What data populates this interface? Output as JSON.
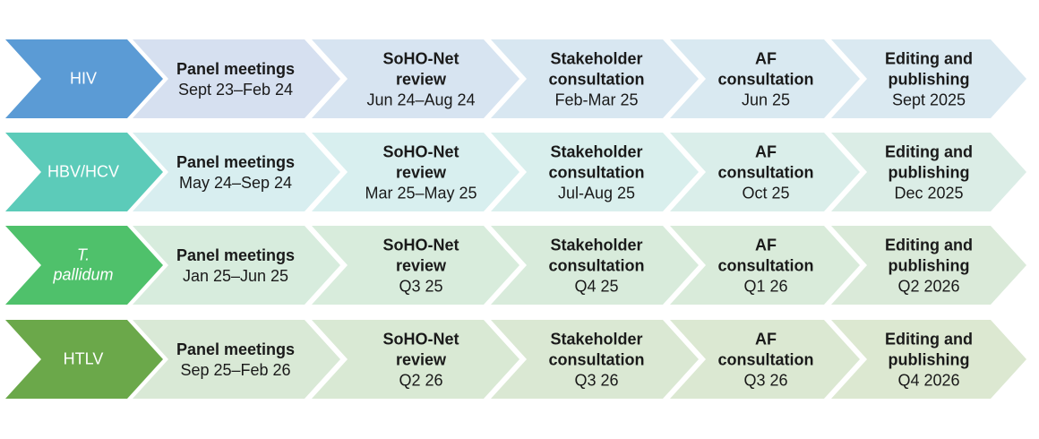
{
  "rows": [
    {
      "label": [
        "HIV"
      ],
      "label_italic": false,
      "label_color": "#5b9bd5",
      "stage_colors": [
        "#d6e0f0",
        "#d7e4f1",
        "#d8e7f1",
        "#d9e9f1",
        "#dae9f1"
      ],
      "stages": [
        {
          "title": [
            "Panel meetings"
          ],
          "date": "Sept 23–Feb 24"
        },
        {
          "title": [
            "SoHO-Net",
            "review"
          ],
          "date": "Jun 24–Aug 24"
        },
        {
          "title": [
            "Stakeholder",
            "consultation"
          ],
          "date": "Feb-Mar 25"
        },
        {
          "title": [
            "AF",
            "consultation"
          ],
          "date": "Jun 25"
        },
        {
          "title": [
            "Editing and",
            "publishing"
          ],
          "date": "Sept 2025"
        }
      ]
    },
    {
      "label": [
        "HBV/HCV"
      ],
      "label_italic": false,
      "label_color": "#5ccbb9",
      "stage_colors": [
        "#d8eef0",
        "#d8efef",
        "#d9efed",
        "#daeeea",
        "#dbede6"
      ],
      "stages": [
        {
          "title": [
            "Panel meetings"
          ],
          "date": "May 24–Sep 24"
        },
        {
          "title": [
            "SoHO-Net",
            "review"
          ],
          "date": "Mar 25–May 25"
        },
        {
          "title": [
            "Stakeholder",
            "consultation"
          ],
          "date": "Jul-Aug 25"
        },
        {
          "title": [
            "AF",
            "consultation"
          ],
          "date": "Oct 25"
        },
        {
          "title": [
            "Editing and",
            "publishing"
          ],
          "date": "Dec 2025"
        }
      ]
    },
    {
      "label": [
        "T.",
        "pallidum"
      ],
      "label_italic": true,
      "label_color": "#4fc16b",
      "stage_colors": [
        "#d7ecdd",
        "#d8ecdc",
        "#d8ebdb",
        "#d9ebda",
        "#daead9"
      ],
      "stages": [
        {
          "title": [
            "Panel meetings"
          ],
          "date": "Jan 25–Jun 25"
        },
        {
          "title": [
            "SoHO-Net",
            "review"
          ],
          "date": "Q3 25"
        },
        {
          "title": [
            "Stakeholder",
            "consultation"
          ],
          "date": "Q4 25"
        },
        {
          "title": [
            "AF",
            "consultation"
          ],
          "date": "Q1 26"
        },
        {
          "title": [
            "Editing and",
            "publishing"
          ],
          "date": "Q2 2026"
        }
      ]
    },
    {
      "label": [
        "HTLV"
      ],
      "label_italic": false,
      "label_color": "#6ba84a",
      "stage_colors": [
        "#d9e9d6",
        "#d9e9d4",
        "#dae8d3",
        "#dbe8d2",
        "#dce8d1"
      ],
      "stages": [
        {
          "title": [
            "Panel meetings"
          ],
          "date": "Sep 25–Feb 26"
        },
        {
          "title": [
            "SoHO-Net",
            "review"
          ],
          "date": "Q2 26"
        },
        {
          "title": [
            "Stakeholder",
            "consultation"
          ],
          "date": "Q3 26"
        },
        {
          "title": [
            "AF",
            "consultation"
          ],
          "date": "Q3 26"
        },
        {
          "title": [
            "Editing and",
            "publishing"
          ],
          "date": "Q4 2026"
        }
      ]
    }
  ]
}
